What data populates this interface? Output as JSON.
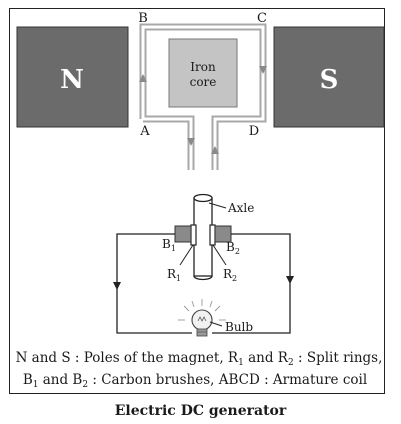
{
  "magnets": {
    "north_label": "N",
    "south_label": "S"
  },
  "core_label_line1": "Iron",
  "core_label_line2": "core",
  "coil_points": {
    "a": "A",
    "b": "B",
    "c": "C",
    "d": "D"
  },
  "axle_label": "Axle",
  "brush_b1": {
    "main": "B",
    "sub": "1"
  },
  "brush_b2": {
    "main": "B",
    "sub": "2"
  },
  "ring_r1": {
    "main": "R",
    "sub": "1"
  },
  "ring_r2": {
    "main": "R",
    "sub": "2"
  },
  "bulb_label": "Bulb",
  "legend": {
    "l1_text1": "N and S : Poles of the magnet, R",
    "l1_sub1": "1",
    "l1_text2": " and R",
    "l1_sub2": "2",
    "l1_text3": " : Split rings,",
    "l2_text1": "B",
    "l2_sub1": "1",
    "l2_text2": " and B",
    "l2_sub2": "2",
    "l2_text3": " : Carbon brushes, ABCD : Armature coil"
  },
  "caption": "Electric DC generator",
  "colors": {
    "magnet": "#6b6b6b",
    "core": "#c4c4c4",
    "coil": "#a8a8a8",
    "brush": "#8a8a8a"
  }
}
